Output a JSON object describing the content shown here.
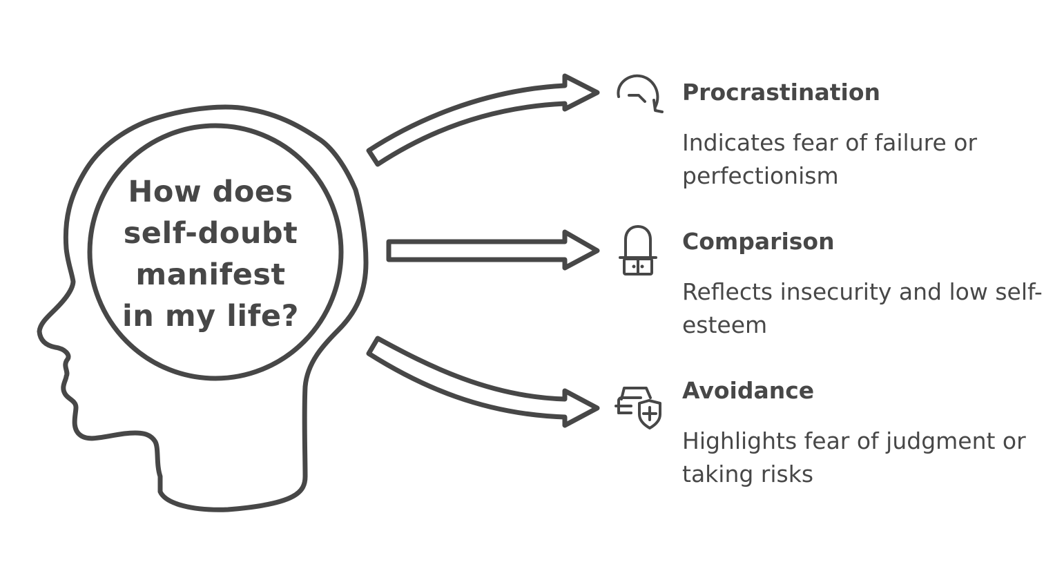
{
  "diagram": {
    "central_question": {
      "lines": [
        "How does",
        "self-doubt",
        "manifest",
        "in my life?"
      ]
    },
    "branches": [
      {
        "title": "Procrastination",
        "description": "Indicates fear of failure or perfectionism",
        "icon": "clock-rotate-icon"
      },
      {
        "title": "Comparison",
        "description": "Reflects insecurity and low self-esteem",
        "icon": "vanity-mirror-icon"
      },
      {
        "title": "Avoidance",
        "description": "Highlights fear of judgment or taking risks",
        "icon": "car-shield-icon"
      }
    ],
    "colors": {
      "stroke": "#474747",
      "text": "#474747",
      "background": "#ffffff"
    }
  }
}
